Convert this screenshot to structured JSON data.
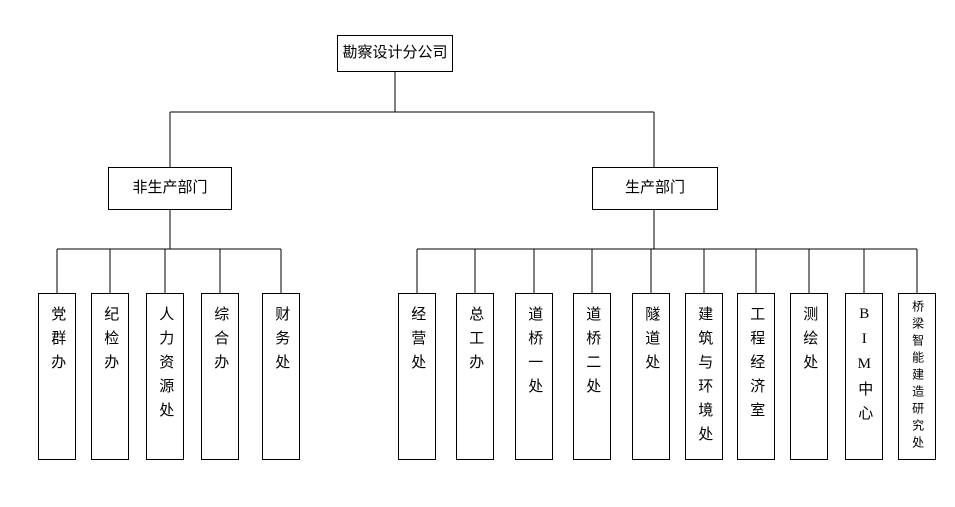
{
  "chart": {
    "root": {
      "label": "勘察设计分公司"
    },
    "groups": [
      {
        "label": "非生产部门",
        "children": [
          {
            "label": "党群办"
          },
          {
            "label": "纪检办"
          },
          {
            "label": "人力资源处"
          },
          {
            "label": "综合办"
          },
          {
            "label": "财务处"
          }
        ]
      },
      {
        "label": "生产部门",
        "children": [
          {
            "label": "经营处"
          },
          {
            "label": "总工办"
          },
          {
            "label": "道桥一处"
          },
          {
            "label": "道桥二处"
          },
          {
            "label": "隧道处"
          },
          {
            "label": "建筑与环境处"
          },
          {
            "label": "工程经济室"
          },
          {
            "label": "测绘处"
          },
          {
            "label": "BIM中心"
          },
          {
            "label": "桥梁智能建造研究处"
          }
        ]
      }
    ],
    "line_color": "#000000"
  }
}
